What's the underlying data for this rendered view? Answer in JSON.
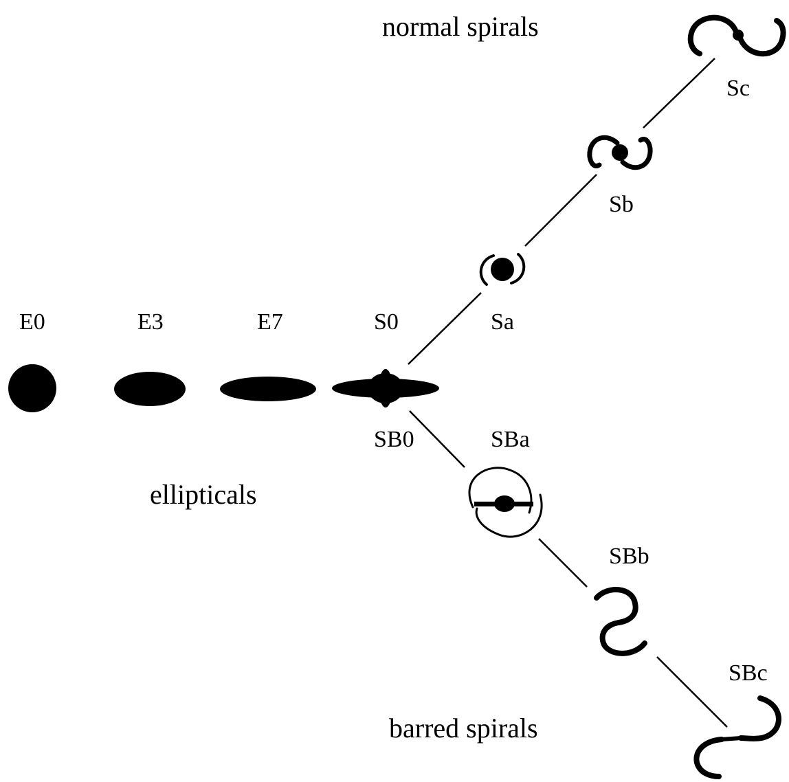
{
  "groups": {
    "normal": "normal spirals",
    "ellipticals": "ellipticals",
    "barred": "barred spirals"
  },
  "classes": {
    "e0": "E0",
    "e3": "E3",
    "e7": "E7",
    "s0": "S0",
    "sa": "Sa",
    "sb": "Sb",
    "sc": "Sc",
    "sb0": "SB0",
    "sba": "SBa",
    "sbb": "SBb",
    "sbc": "SBc"
  }
}
